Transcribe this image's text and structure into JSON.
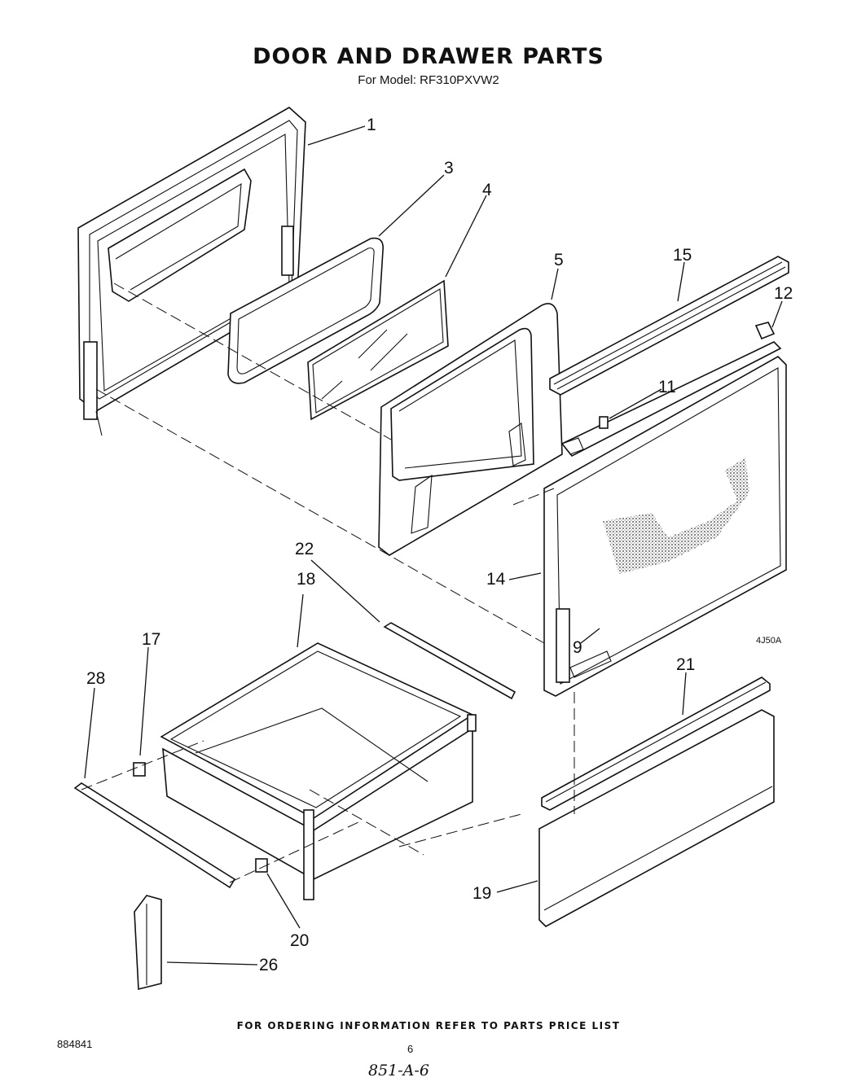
{
  "title": "DOOR AND DRAWER PARTS",
  "subtitle": "For Model: RF310PXVW2",
  "callouts": [
    "1",
    "3",
    "4",
    "5",
    "15",
    "12",
    "11",
    "14",
    "9",
    "22",
    "18",
    "17",
    "28",
    "21",
    "19",
    "20",
    "26"
  ],
  "drawing_code": "4J50A",
  "footer": "FOR ORDERING INFORMATION REFER TO PARTS PRICE LIST",
  "doc_number": "884841",
  "page_number": "6",
  "handwritten_note": "851-A-6"
}
